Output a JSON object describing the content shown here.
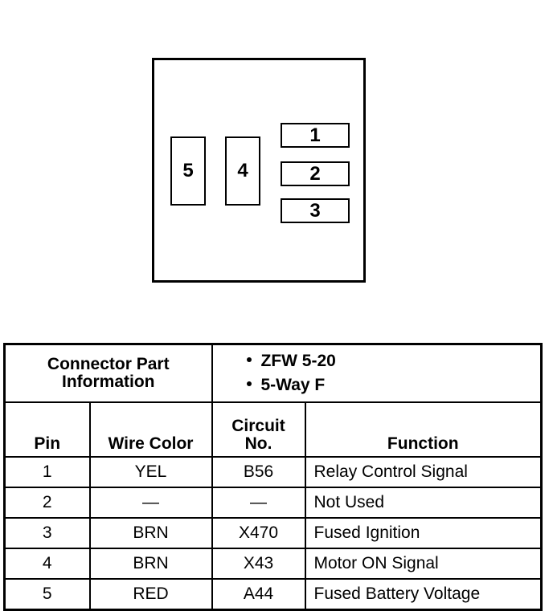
{
  "connector": {
    "cavities": [
      {
        "id": "cavity-5",
        "label": "5"
      },
      {
        "id": "cavity-4",
        "label": "4"
      },
      {
        "id": "cavity-1",
        "label": "1"
      },
      {
        "id": "cavity-2",
        "label": "2"
      },
      {
        "id": "cavity-3",
        "label": "3"
      }
    ]
  },
  "table": {
    "part_info_label_line1": "Connector Part",
    "part_info_label_line2": "Information",
    "part_info_values": [
      "ZFW 5-20",
      "5-Way F"
    ],
    "columns": {
      "pin": "Pin",
      "wire_color": "Wire Color",
      "circuit_line1": "Circuit",
      "circuit_line2": "No.",
      "function": "Function"
    },
    "rows": [
      {
        "pin": "1",
        "wire_color": "YEL",
        "circuit": "B56",
        "function": "Relay Control Signal"
      },
      {
        "pin": "2",
        "wire_color": "—",
        "circuit": "—",
        "function": "Not Used"
      },
      {
        "pin": "3",
        "wire_color": "BRN",
        "circuit": "X470",
        "function": "Fused Ignition"
      },
      {
        "pin": "4",
        "wire_color": "BRN",
        "circuit": "X43",
        "function": "Motor ON Signal"
      },
      {
        "pin": "5",
        "wire_color": "RED",
        "circuit": "A44",
        "function": "Fused Battery Voltage"
      }
    ]
  }
}
